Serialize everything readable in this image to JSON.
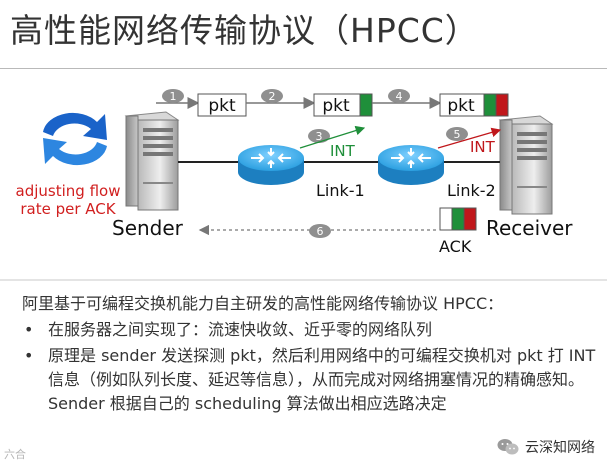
{
  "slide": {
    "title": "高性能网络传输协议（HPCC）"
  },
  "diagram": {
    "packet_label": "pkt",
    "int_label": "INT",
    "ack_label": "ACK",
    "sender_label": "Sender",
    "receiver_label": "Receiver",
    "link1_label": "Link-1",
    "link2_label": "Link-2",
    "adjust_line1": "adjusting flow",
    "adjust_line2": "rate per ACK",
    "steps": [
      "1",
      "2",
      "3",
      "4",
      "5",
      "6"
    ],
    "colors": {
      "int_green": "#1f8f3a",
      "int_red": "#c0171b",
      "router_blue": "#2b9fe0",
      "adjust_text": "#d11f1f",
      "refresh_blue": "#1a63c9"
    }
  },
  "body": {
    "intro": "阿里基于可编程交换机能力自主研发的高性能网络传输协议 HPCC：",
    "bullets": [
      "在服务器之间实现了：流速快收敛、近乎零的网络队列",
      "原理是 sender 发送探测 pkt，然后利用网络中的可编程交换机对 pkt 打 INT 信息（例如队列长度、延迟等信息），从而完成对网络拥塞情况的精确感知。Sender 根据自己的 scheduling 算法做出相应选路决定"
    ]
  },
  "watermark": {
    "left": "六合",
    "right": "云深知网络"
  }
}
